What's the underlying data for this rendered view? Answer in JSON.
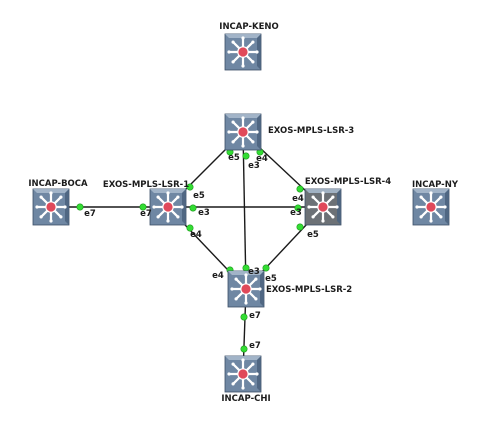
{
  "canvas": {
    "background": "#ffffff"
  },
  "colors": {
    "link": "#1a1a1a",
    "port_dot": "#33dd33",
    "router_face": "#6f87a3",
    "router_face_active": "#6c7176",
    "router_top": "#a7b9cc",
    "router_side": "#4d6480",
    "router_star": "#ffffff",
    "router_core": "#e0495a"
  },
  "nodes": [
    {
      "id": "keno",
      "label": "INCAP-KENO",
      "icon": "router-icon",
      "selected": false
    },
    {
      "id": "boca",
      "label": "INCAP-BOCA",
      "icon": "router-icon",
      "selected": false
    },
    {
      "id": "lsr1",
      "label": "EXOS-MPLS-LSR-1",
      "icon": "router-icon",
      "selected": false
    },
    {
      "id": "lsr3",
      "label": "EXOS-MPLS-LSR-3",
      "icon": "router-icon",
      "selected": false
    },
    {
      "id": "lsr4",
      "label": "EXOS-MPLS-LSR-4",
      "icon": "router-icon",
      "selected": true
    },
    {
      "id": "ny",
      "label": "INCAP-NY",
      "icon": "router-icon",
      "selected": false
    },
    {
      "id": "lsr2",
      "label": "EXOS-MPLS-LSR-2",
      "icon": "router-icon",
      "selected": false
    },
    {
      "id": "chi",
      "label": "INCAP-CHI",
      "icon": "router-icon",
      "selected": false
    }
  ],
  "links": [
    {
      "a": "boca",
      "a_port": "e7",
      "b": "lsr1",
      "b_port": "e7"
    },
    {
      "a": "lsr1",
      "a_port": "e5",
      "b": "lsr3",
      "b_port": "e5"
    },
    {
      "a": "lsr1",
      "a_port": "e3",
      "b": "lsr4",
      "b_port": "e3"
    },
    {
      "a": "lsr1",
      "a_port": "e4",
      "b": "lsr2",
      "b_port": "e4"
    },
    {
      "a": "lsr3",
      "a_port": "e4",
      "b": "lsr4",
      "b_port": "e4"
    },
    {
      "a": "lsr3",
      "a_port": "e3",
      "b": "lsr2",
      "b_port": "e3"
    },
    {
      "a": "lsr4",
      "a_port": "e5",
      "b": "lsr2",
      "b_port": "e5"
    },
    {
      "a": "lsr2",
      "a_port": "e7",
      "b": "chi",
      "b_port": "e7"
    }
  ]
}
